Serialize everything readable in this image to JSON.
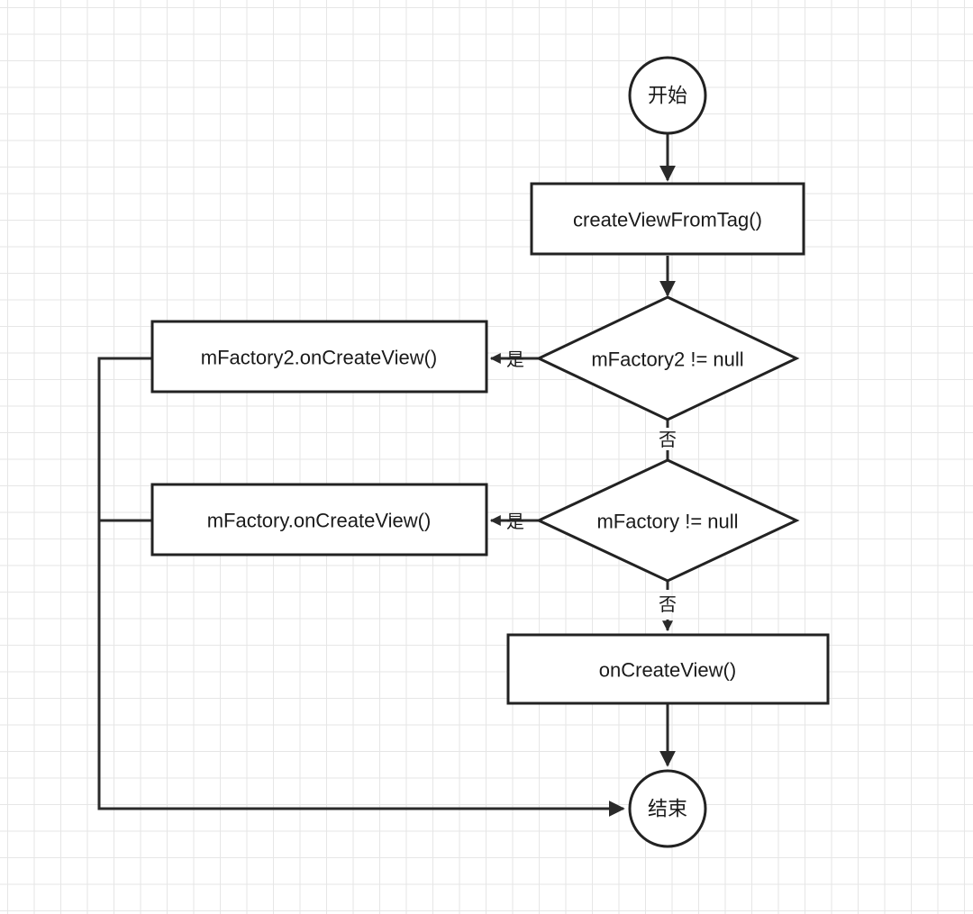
{
  "colors": {
    "stroke": "#222222",
    "grid": "#e6e6e6",
    "background": "#ffffff"
  },
  "nodes": {
    "start": {
      "label": "开始",
      "shape": "circle"
    },
    "create_view_from_tag": {
      "label": "createViewFromTag()",
      "shape": "rect"
    },
    "check_factory2": {
      "label": "mFactory2 != null",
      "shape": "diamond"
    },
    "factory2_create": {
      "label": "mFactory2.onCreateView()",
      "shape": "rect"
    },
    "check_factory": {
      "label": "mFactory != null",
      "shape": "diamond"
    },
    "factory_create": {
      "label": "mFactory.onCreateView()",
      "shape": "rect"
    },
    "on_create_view": {
      "label": "onCreateView()",
      "shape": "rect"
    },
    "end": {
      "label": "结束",
      "shape": "circle"
    }
  },
  "edge_labels": {
    "factory2_yes": "是",
    "factory2_no": "否",
    "factory_yes": "是",
    "factory_no": "否"
  }
}
